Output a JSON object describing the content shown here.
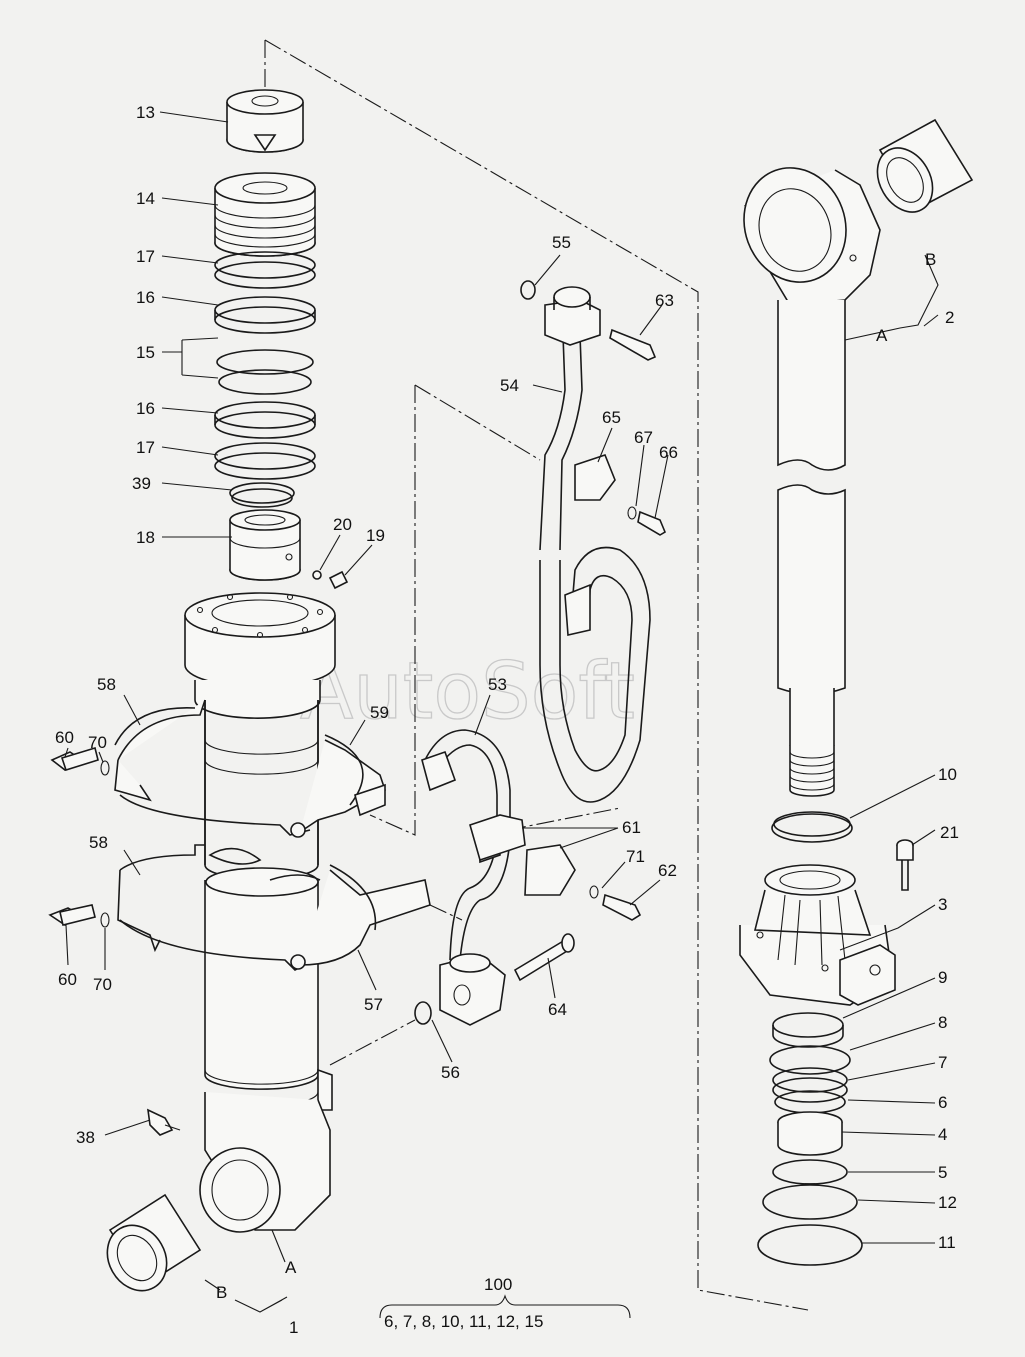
{
  "watermark": "AutoSoft",
  "assembly": {
    "label": "100",
    "kit": "6, 7, 8, 10, 11, 12, 15"
  },
  "callouts": [
    {
      "id": "c13",
      "text": "13"
    },
    {
      "id": "c14",
      "text": "14"
    },
    {
      "id": "c17a",
      "text": "17"
    },
    {
      "id": "c16a",
      "text": "16"
    },
    {
      "id": "c15",
      "text": "15"
    },
    {
      "id": "c16b",
      "text": "16"
    },
    {
      "id": "c17b",
      "text": "17"
    },
    {
      "id": "c39",
      "text": "39"
    },
    {
      "id": "c18",
      "text": "18"
    },
    {
      "id": "c20",
      "text": "20"
    },
    {
      "id": "c19",
      "text": "19"
    },
    {
      "id": "c58a",
      "text": "58"
    },
    {
      "id": "c59",
      "text": "59"
    },
    {
      "id": "c60a",
      "text": "60"
    },
    {
      "id": "c70a",
      "text": "70"
    },
    {
      "id": "c58b",
      "text": "58"
    },
    {
      "id": "c60b",
      "text": "60"
    },
    {
      "id": "c70b",
      "text": "70"
    },
    {
      "id": "c57",
      "text": "57"
    },
    {
      "id": "c56",
      "text": "56"
    },
    {
      "id": "c38",
      "text": "38"
    },
    {
      "id": "cA1",
      "text": "A"
    },
    {
      "id": "cB1",
      "text": "B"
    },
    {
      "id": "c1",
      "text": "1"
    },
    {
      "id": "c55",
      "text": "55"
    },
    {
      "id": "c63",
      "text": "63"
    },
    {
      "id": "c54",
      "text": "54"
    },
    {
      "id": "c65",
      "text": "65"
    },
    {
      "id": "c67",
      "text": "67"
    },
    {
      "id": "c66",
      "text": "66"
    },
    {
      "id": "c53",
      "text": "53"
    },
    {
      "id": "c61",
      "text": "61"
    },
    {
      "id": "c71",
      "text": "71"
    },
    {
      "id": "c62",
      "text": "62"
    },
    {
      "id": "c64",
      "text": "64"
    },
    {
      "id": "cB2",
      "text": "B"
    },
    {
      "id": "c2",
      "text": "2"
    },
    {
      "id": "cA2",
      "text": "A"
    },
    {
      "id": "c10",
      "text": "10"
    },
    {
      "id": "c21",
      "text": "21"
    },
    {
      "id": "c3",
      "text": "3"
    },
    {
      "id": "c9",
      "text": "9"
    },
    {
      "id": "c8",
      "text": "8"
    },
    {
      "id": "c7",
      "text": "7"
    },
    {
      "id": "c6",
      "text": "6"
    },
    {
      "id": "c4",
      "text": "4"
    },
    {
      "id": "c5",
      "text": "5"
    },
    {
      "id": "c12",
      "text": "12"
    },
    {
      "id": "c11",
      "text": "11"
    }
  ]
}
